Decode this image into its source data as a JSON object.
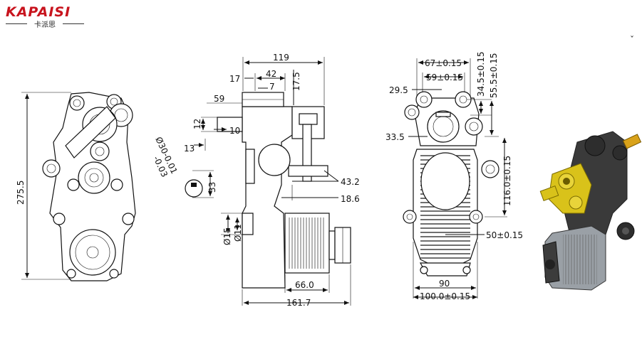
{
  "brand": {
    "name": "KAPAISI",
    "chinese_name": "卡派思",
    "color": "#c8141e"
  },
  "corner_mark": "ˇ",
  "views": {
    "front": {
      "height_dim": "275.5"
    },
    "side": {
      "top_width": "119",
      "d17": "17",
      "d42": "42",
      "d7": "7",
      "d17_5": "17.5",
      "d59": "59",
      "d12": "12",
      "d10": "10",
      "d13": "13",
      "shaft_dia": "Ø30-0.01",
      "shaft_tol": "-0.03",
      "d33": "33",
      "d43_2": "43.2",
      "d18_6": "18.6",
      "d15": "Ø15",
      "d11": "Ø11",
      "d66": "66.0",
      "d161_7": "161.7"
    },
    "rear": {
      "d67": "67±0.15",
      "d59": "59±0.15",
      "d29_5": "29.5",
      "d34_5": "34.5±0.15",
      "d55_5": "55.5±0.15",
      "d33_5": "33.5",
      "d116": "116.0±0.15",
      "d50": "50±0.15",
      "d90": "90",
      "d100": "100.0±0.15"
    }
  },
  "colors": {
    "line": "#111111",
    "gear_yellow": "#d9c21a",
    "body_dark": "#3a3a3a",
    "motor_silver": "#9aa0a6"
  }
}
